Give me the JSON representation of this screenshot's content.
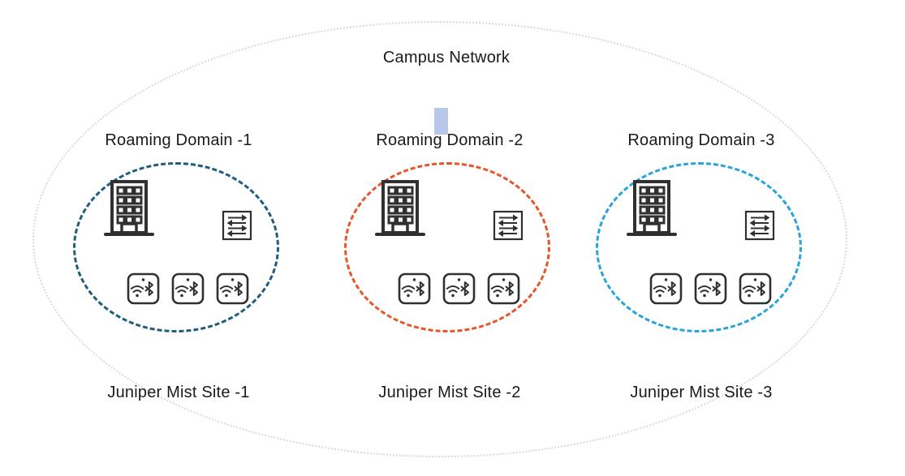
{
  "title": "Campus Network",
  "artifact": {
    "cursor_highlight_color": "#b7c7e7"
  },
  "colors": {
    "outer_boundary": "#d9d9d9",
    "icon_stroke": "#303030",
    "text": "#1a1a1a"
  },
  "icons": {
    "building": "office-building-icon",
    "switch": "ethernet-switch-icon",
    "access_point": "wifi-bluetooth-access-point-icon"
  },
  "domains": [
    {
      "label": "Roaming Domain -1",
      "site_label": "Juniper Mist Site -1",
      "boundary_color": "#205d7d",
      "access_point_count": 3
    },
    {
      "label": "Roaming Domain -2",
      "site_label": "Juniper Mist Site -2",
      "boundary_color": "#e8552b",
      "access_point_count": 3
    },
    {
      "label": "Roaming Domain -3",
      "site_label": "Juniper Mist Site -3",
      "boundary_color": "#29a3da",
      "access_point_count": 3
    }
  ]
}
